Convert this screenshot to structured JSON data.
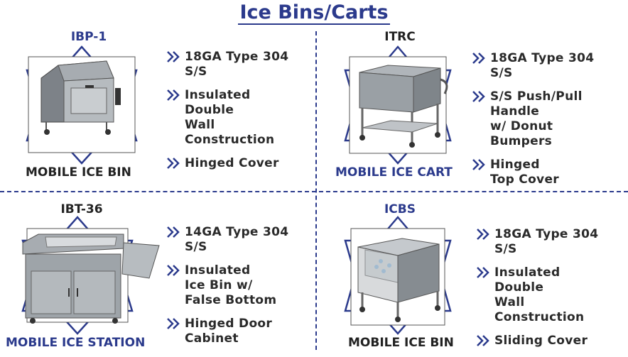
{
  "page": {
    "title": "Ice Bins/Carts"
  },
  "colors": {
    "accent": "#2b3a8c",
    "text": "#2a2a2a"
  },
  "products": [
    {
      "model": "IBP-1",
      "caption": "MOBILE ICE BIN",
      "features": [
        "18GA Type 304\nS/S",
        "Insulated\nDouble\nWall\nConstruction",
        "Hinged Cover"
      ]
    },
    {
      "model": "ITRC",
      "caption": "MOBILE ICE CART",
      "features": [
        "18GA Type 304\nS/S",
        "S/S Push/Pull\nHandle\nw/ Donut\nBumpers",
        "Hinged\nTop Cover"
      ]
    },
    {
      "model": "IBT-36",
      "caption": "MOBILE ICE STATION",
      "features": [
        "14GA Type 304\nS/S",
        "Insulated\nIce Bin w/\nFalse Bottom",
        "Hinged Door\nCabinet"
      ]
    },
    {
      "model": "ICBS",
      "caption": "MOBILE ICE BIN",
      "features": [
        "18GA Type 304\nS/S",
        "Insulated\nDouble\nWall\nConstruction",
        "Sliding Cover"
      ]
    }
  ]
}
